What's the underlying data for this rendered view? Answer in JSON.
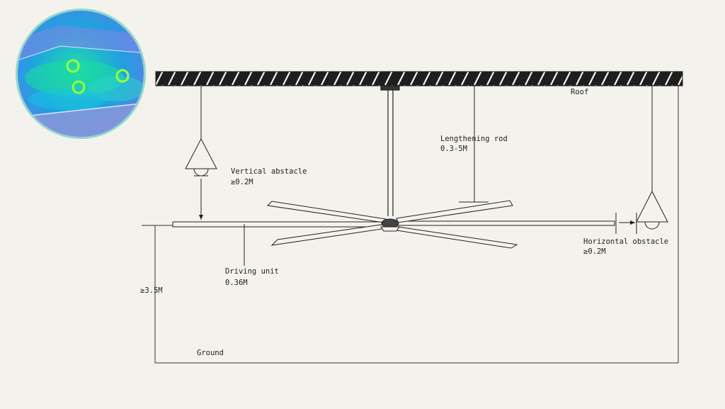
{
  "colors": {
    "background": "#f4f2ec",
    "line": "#222222",
    "sim_ring": "#8fd8cc"
  },
  "labels": {
    "roof": "Roof",
    "lengthening_rod_title": "Lengthening rod",
    "lengthening_rod_value": "0.3-5M",
    "vertical_obstacle_title": "Vertical abstacle",
    "vertical_obstacle_value": "≥0.2M",
    "driving_unit_title": "Driving unit",
    "driving_unit_value": "0.36M",
    "height_value": "≥3.5M",
    "horizontal_obstacle_title": "Horizontal obstacle",
    "horizontal_obstacle_value": "≥0.2M",
    "ground": "Ground"
  },
  "simulation_thumbnail": {
    "icon": "airflow-simulation-thumbnail"
  }
}
